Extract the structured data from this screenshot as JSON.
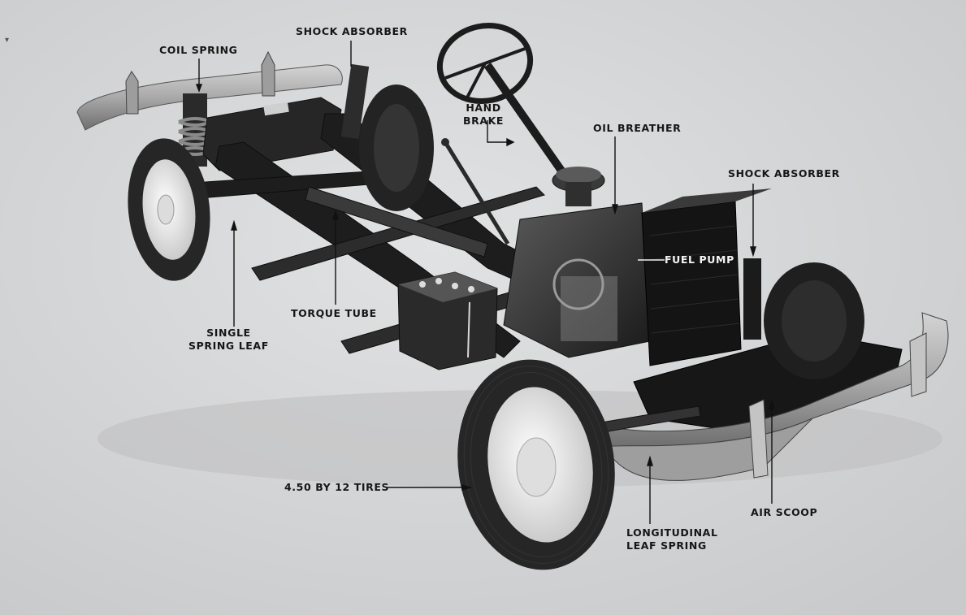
{
  "colors": {
    "background": "#d6d7d8",
    "chassis": "#1e1e1e",
    "tire": "#2a2a2a",
    "hubcap": "#ececec",
    "bumper": "#b9b9b9",
    "label_text": "#161616",
    "leader_line": "#111111"
  },
  "labels": {
    "coil_spring": "COIL SPRING",
    "shock_absorber_rear": "SHOCK ABSORBER",
    "hand_brake_line1": "HAND",
    "hand_brake_line2": "BRAKE",
    "oil_breather": "OIL BREATHER",
    "shock_absorber_front": "SHOCK ABSORBER",
    "fuel_pump": "FUEL PUMP",
    "torque_tube": "TORQUE TUBE",
    "single_spring_leaf_line1": "SINGLE",
    "single_spring_leaf_line2": "SPRING LEAF",
    "tires": "4.50 BY 12 TIRES",
    "longitudinal_leaf_spring_line1": "LONGITUDINAL",
    "longitudinal_leaf_spring_line2": "LEAF SPRING",
    "air_scoop": "AIR SCOOP"
  }
}
